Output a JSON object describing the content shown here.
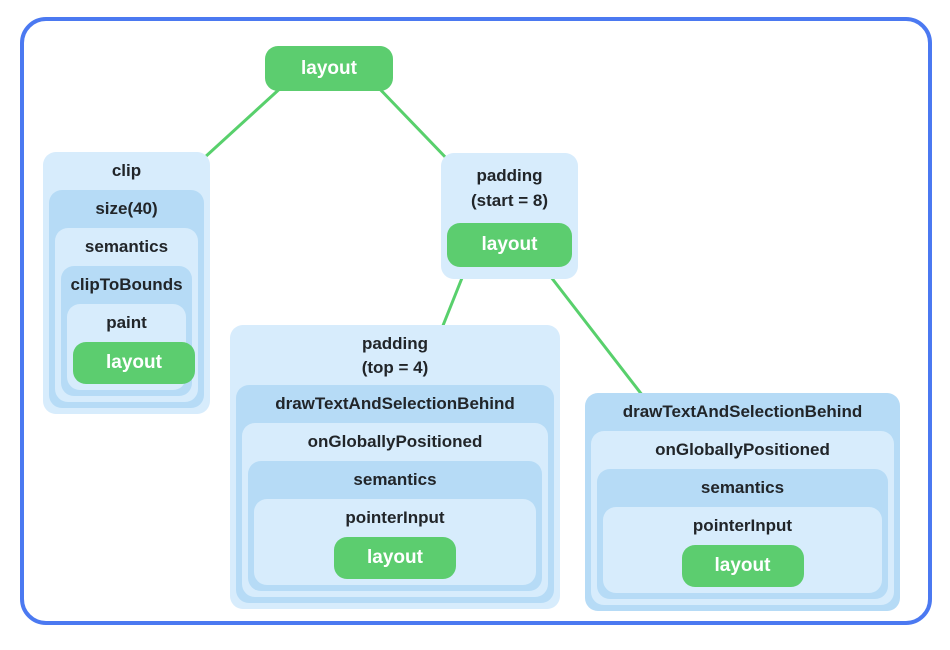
{
  "palette": {
    "frame_border_blue": "#4b79f1",
    "box_light_blue": "#d7ecfc",
    "box_medium_blue": "#b6dbf6",
    "node_green": "#5ccd6f",
    "edge_green": "#58d06c",
    "label_text": "#212529",
    "node_text": "#ffffff"
  },
  "tree": {
    "root": "layout",
    "clip_chain": [
      "clip",
      "size(40)",
      "semantics",
      "clipToBounds",
      "paint",
      "layout"
    ],
    "padding_start": {
      "label": "padding\n(start = 8)",
      "child": "layout"
    },
    "padding_top_chain": [
      "padding\n(top = 4)",
      "drawTextAndSelectionBehind",
      "onGloballyPositioned",
      "semantics",
      "pointerInput",
      "layout"
    ],
    "draw_chain": [
      "drawTextAndSelectionBehind",
      "onGloballyPositioned",
      "semantics",
      "pointerInput",
      "layout"
    ]
  }
}
